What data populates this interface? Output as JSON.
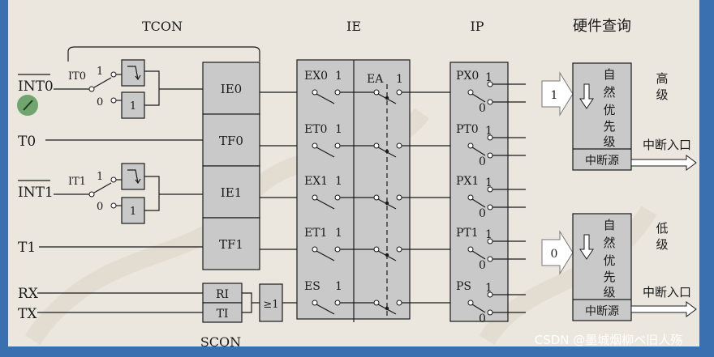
{
  "titles": {
    "tcon": "TCON",
    "ie": "IE",
    "ip": "IP",
    "hardware_query": "硬件查询",
    "scon": "SCON"
  },
  "inputs": [
    "INT0",
    "T0",
    "INT1",
    "T1",
    "RX",
    "TX"
  ],
  "tcon_switches": [
    {
      "label": "IT0",
      "pos1": "1",
      "pos0": "0",
      "level_value": "1"
    },
    {
      "label": "IT1",
      "pos1": "1",
      "pos0": "0",
      "level_value": "1"
    }
  ],
  "tcon_flags": [
    "IE0",
    "TF0",
    "IE1",
    "TF1"
  ],
  "scon_flags": [
    "RI",
    "TI"
  ],
  "or_gate_label": "≥1",
  "ie": {
    "rows": [
      {
        "label": "EX0",
        "value": "1"
      },
      {
        "label": "ET0",
        "value": "1"
      },
      {
        "label": "EX1",
        "value": "1"
      },
      {
        "label": "ET1",
        "value": "1"
      },
      {
        "label": "ES",
        "value": "1"
      }
    ],
    "ea": {
      "label": "EA",
      "value": "1"
    }
  },
  "ip": {
    "rows": [
      {
        "label": "PX0",
        "pos1": "1",
        "pos0": "0"
      },
      {
        "label": "PT0",
        "pos1": "1",
        "pos0": "0"
      },
      {
        "label": "PX1",
        "pos1": "1",
        "pos0": "0"
      },
      {
        "label": "PT1",
        "pos1": "1",
        "pos0": "0"
      },
      {
        "label": "PS",
        "pos1": "1",
        "pos0": "0"
      }
    ]
  },
  "hardware": {
    "high": {
      "input_value": "1",
      "chars": [
        "自",
        "然",
        "优",
        "先",
        "级"
      ],
      "source": "中断源",
      "level": [
        "高",
        "级"
      ],
      "entry": "中断入口"
    },
    "low": {
      "input_value": "0",
      "chars": [
        "自",
        "然",
        "优",
        "先",
        "级"
      ],
      "source": "中断源",
      "level": [
        "低",
        "级"
      ],
      "entry": "中断入口"
    }
  },
  "watermark": "CSDN @墨城烟柳ベ旧人殇"
}
